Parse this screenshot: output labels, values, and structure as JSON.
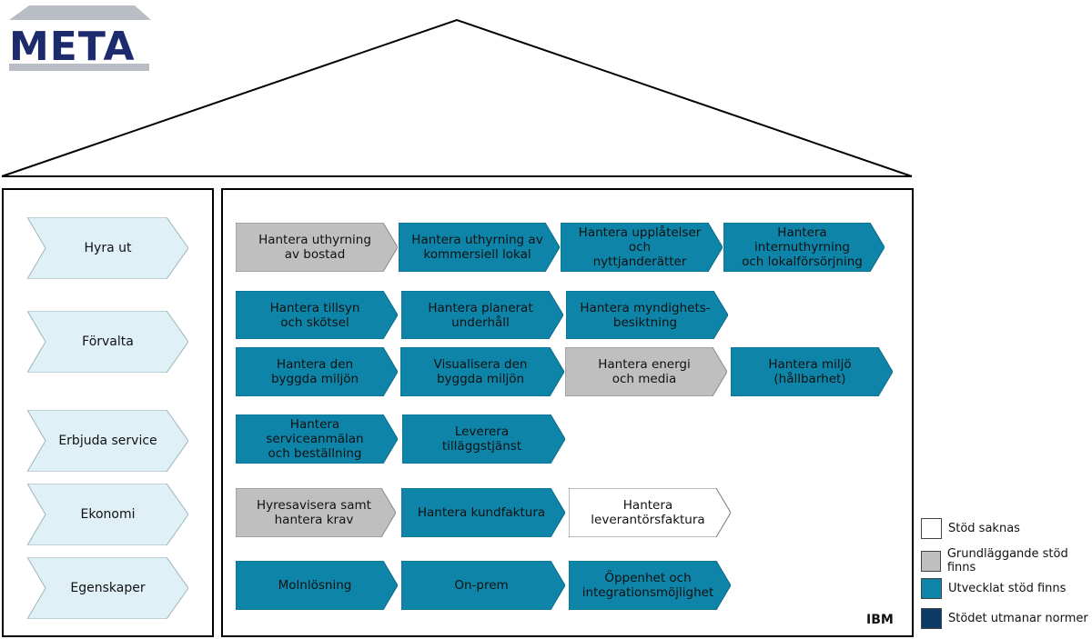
{
  "logo": {
    "text": "META"
  },
  "vendor_label": "IBM",
  "colors": {
    "none": "#ffffff",
    "basic": "#bfbfbf",
    "developed": "#0e85a8",
    "exceeds": "#0d3b66",
    "category": "#dff0f7"
  },
  "categories": [
    {
      "label": "Hyra ut"
    },
    {
      "label": "Förvalta"
    },
    {
      "label": "Erbjuda service"
    },
    {
      "label": "Ekonomi"
    },
    {
      "label": "Egenskaper"
    }
  ],
  "capabilities": [
    {
      "label": "Hantera uthyrning\nav bostad",
      "status": "basic"
    },
    {
      "label": "Hantera uthyrning av\nkommersiell lokal",
      "status": "developed"
    },
    {
      "label": "Hantera upplåtelser och\nnyttjanderätter",
      "status": "developed"
    },
    {
      "label": "Hantera internuthyrning\noch lokalförsörjning",
      "status": "developed"
    },
    {
      "label": "Hantera tillsyn\noch skötsel",
      "status": "developed"
    },
    {
      "label": "Hantera planerat\nunderhåll",
      "status": "developed"
    },
    {
      "label": "Hantera myndighets-\nbesiktning",
      "status": "developed"
    },
    {
      "label": "Hantera den\nbyggda miljön",
      "status": "developed"
    },
    {
      "label": "Visualisera den\nbyggda miljön",
      "status": "developed"
    },
    {
      "label": "Hantera energi\noch media",
      "status": "basic"
    },
    {
      "label": "Hantera miljö\n(hållbarhet)",
      "status": "developed"
    },
    {
      "label": "Hantera serviceanmälan\noch beställning",
      "status": "developed"
    },
    {
      "label": "Leverera\ntilläggstjänst",
      "status": "developed"
    },
    {
      "label": "Hyresavisera samt\nhantera krav",
      "status": "basic"
    },
    {
      "label": "Hantera kundfaktura",
      "status": "developed"
    },
    {
      "label": "Hantera\nleverantörsfaktura",
      "status": "none"
    },
    {
      "label": "Molnlösning",
      "status": "developed"
    },
    {
      "label": "On-prem",
      "status": "developed"
    },
    {
      "label": "Öppenhet och\nintegrationsmöjlighet",
      "status": "developed"
    }
  ],
  "legend": [
    {
      "label": "Stöd saknas",
      "status": "none"
    },
    {
      "label": "Grundläggande stöd finns",
      "status": "basic"
    },
    {
      "label": "Utvecklat stöd finns",
      "status": "developed"
    },
    {
      "label": "Stödet utmanar normer",
      "status": "exceeds"
    }
  ]
}
